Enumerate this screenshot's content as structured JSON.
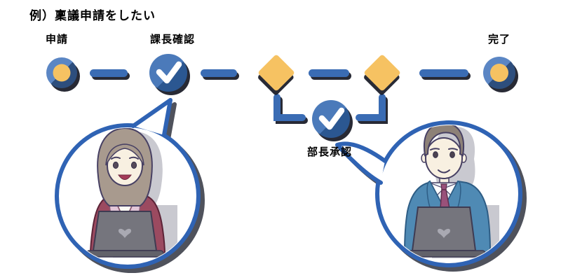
{
  "title": "例）稟議申請をしたい",
  "flow": {
    "start_label": "申請",
    "manager_check_label": "課長確認",
    "director_approval_label": "部長承認",
    "end_label": "完了",
    "steps": [
      {
        "label": "申請",
        "icon": "start-circle-icon"
      },
      {
        "label": "課長確認",
        "icon": "check-circle-icon"
      },
      {
        "label": "",
        "icon": "diamond-gateway-icon"
      },
      {
        "label": "部長承認",
        "icon": "check-circle-icon"
      },
      {
        "label": "",
        "icon": "diamond-gateway-icon"
      },
      {
        "label": "完了",
        "icon": "end-circle-icon"
      }
    ]
  },
  "illustrations": {
    "left": "businesswoman-at-laptop",
    "right": "businessman-at-laptop"
  },
  "colors": {
    "connector_blue": "#3a6cb4",
    "node_light_blue": "#5b86c4",
    "node_dark_blue": "#2d4e7d",
    "check_circle_blue": "#4b7aba",
    "check_circle_dark": "#2b5791",
    "gateway_orange": "#f6c262",
    "bubble_outline_blue": "#2f63b4",
    "hard_shadow": "#0d1422",
    "text": "#000000"
  }
}
